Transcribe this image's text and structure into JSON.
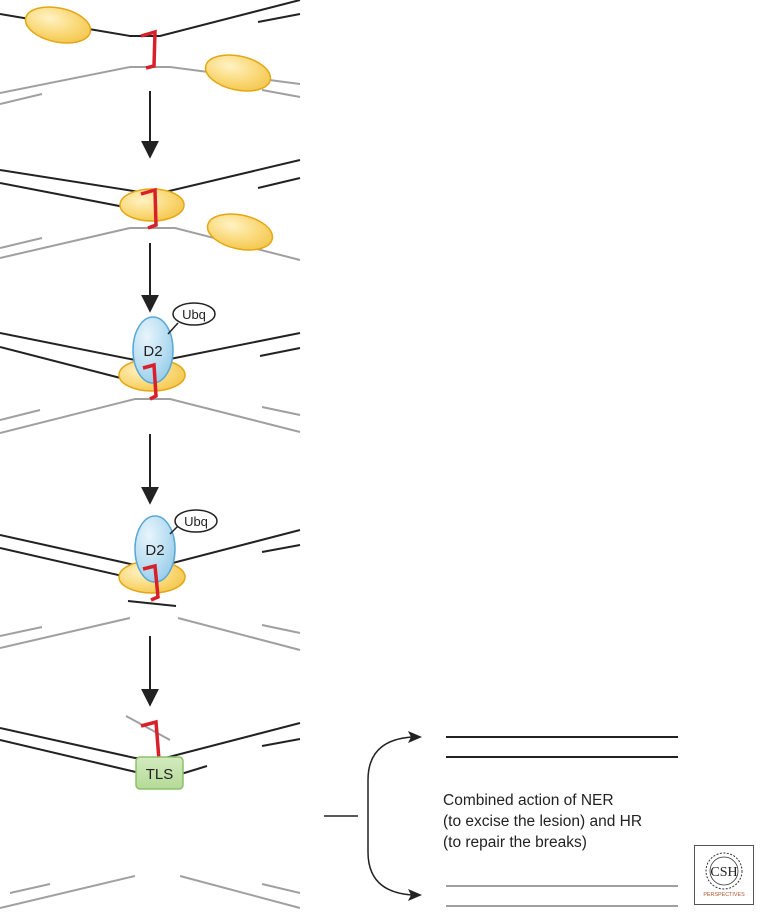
{
  "labels": {
    "d2": "D2",
    "ubq": "Ubq",
    "tls": "TLS"
  },
  "caption": {
    "line1": "Combined action of NER",
    "line2": "(to excise the lesion) and HR",
    "line3": "(to repair the breaks)"
  },
  "logo": {
    "top_text": "CSH",
    "bottom_text": "PERSPECTIVES"
  },
  "colors": {
    "dna_strand": "#222222",
    "sister_strand": "#a0a0a0",
    "crosslink": "#d8202a",
    "fanci_oval": "#f7cd57",
    "d2_protein": "#a9d6ee",
    "tls_box": "#bfe0a6"
  }
}
